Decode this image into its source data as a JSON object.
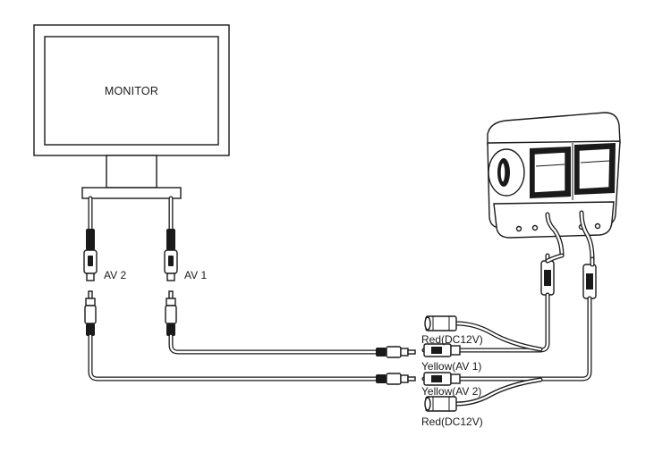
{
  "monitor": {
    "label": "MONITOR"
  },
  "monitor_inputs": [
    {
      "label": "AV 2"
    },
    {
      "label": "AV 1"
    }
  ],
  "camera_leads": [
    {
      "label": "Red(DC12V)"
    },
    {
      "label": "Yellow(AV 1)"
    },
    {
      "label": "Yellow(AV 2)"
    },
    {
      "label": "Red(DC12V)"
    }
  ],
  "colors": {
    "line": "#1a1a1a",
    "background": "#ffffff"
  }
}
